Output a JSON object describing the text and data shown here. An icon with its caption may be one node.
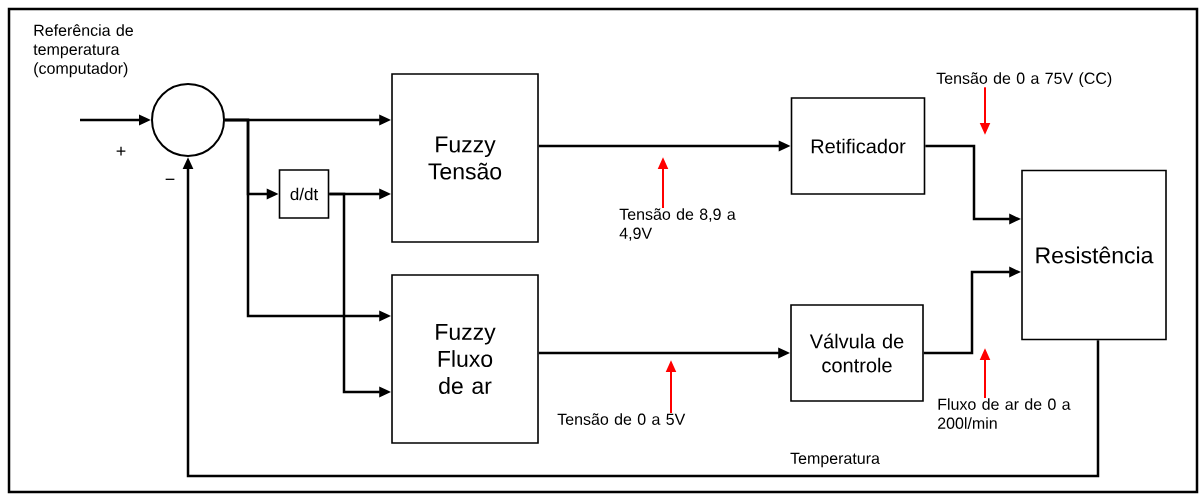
{
  "diagram": {
    "nodes": [
      {
        "text": [],
        "shape": "circle"
      },
      {
        "text": [
          "d/dt"
        ]
      },
      {
        "text": [
          "Fuzzy Tensão"
        ]
      },
      {
        "text": [
          "Fuzzy Fluxo de ar"
        ]
      },
      {
        "text": [
          "Retificador"
        ]
      },
      {
        "text": [
          "Válvula de controle"
        ]
      },
      {
        "text": [
          "Resistência"
        ]
      },
      {
        "text": [
          "Tensão de 8,9 a 4,9V"
        ]
      },
      {
        "text": [
          "Tensão de 0 a 5V"
        ]
      },
      {
        "text": [
          "Tensão de 0 a 75V (CC)"
        ]
      },
      {
        "text": [
          "Fluxo de ar de 0 a 200l/min"
        ]
      }
    ],
    "edges": [
      {
        "from": null,
        "to": 0,
        "arrow": "to"
      },
      {
        "from": 0,
        "to": 2,
        "arrow": "to"
      },
      {
        "from": 0,
        "to": 1,
        "arrow": "to"
      },
      {
        "from": 0,
        "to": 3,
        "arrow": "to"
      },
      {
        "from": 1,
        "to": 2,
        "arrow": "to"
      },
      {
        "from": 1,
        "to": 3,
        "arrow": "to"
      },
      {
        "from": 2,
        "to": 4,
        "arrow": "to"
      },
      {
        "from": 3,
        "to": 5,
        "arrow": "to"
      },
      {
        "from": 4,
        "to": 6,
        "arrow": "to"
      },
      {
        "from": 5,
        "to": 6,
        "arrow": "to"
      },
      {
        "from": 6,
        "to": 0,
        "arrow": "to",
        "label": "Temperatura"
      },
      {
        "from": 7,
        "to": null,
        "arrow": "to",
        "color": "#ff0000"
      },
      {
        "from": 8,
        "to": null,
        "arrow": "to",
        "color": "#ff0000"
      },
      {
        "from": 9,
        "to": null,
        "arrow": "to",
        "color": "#ff0000"
      },
      {
        "from": 10,
        "to": null,
        "arrow": "to",
        "color": "#ff0000"
      }
    ],
    "labels": [
      "Referência de temperatura (computador)",
      "+",
      "−"
    ]
  }
}
